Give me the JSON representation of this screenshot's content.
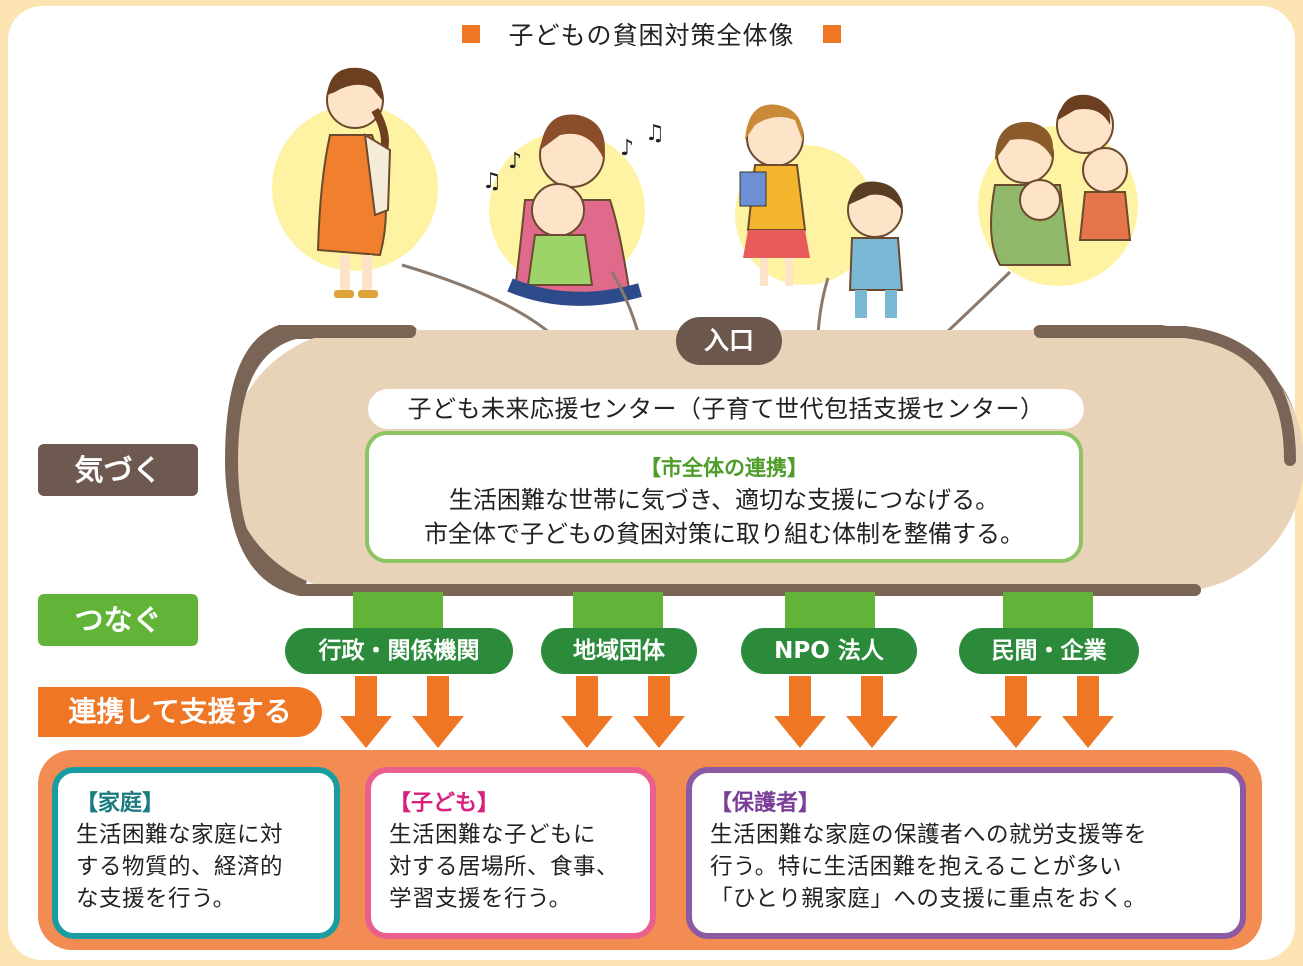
{
  "title": "子どもの貧困対策全体像",
  "colors": {
    "orange": "#ee7624",
    "brown": "#6d594f",
    "green": "#61b437",
    "dark_green": "#2b8b3b",
    "beige": "#e8d2b8",
    "teal": "#1a9da0",
    "pink": "#eb5f8c",
    "purple": "#8b5aa2"
  },
  "entry": "入口",
  "center": {
    "name": "子ども未来応援センター（子育て世代包括支援センター）",
    "box_heading": "【市全体の連携】",
    "box_line1": "生活困難な世帯に気づき、適切な支援につなげる。",
    "box_line2": "市全体で子どもの貧困対策に取り組む体制を整備する。"
  },
  "side_labels": {
    "aware": "気づく",
    "connect": "つなぐ",
    "support": "連携して支援する"
  },
  "partners": [
    "行政・関係機関",
    "地域団体",
    "NPO 法人",
    "民間・企業"
  ],
  "targets": [
    {
      "heading": "【家庭】",
      "lines": [
        "生活困難な家庭に対",
        "する物質的、経済的",
        "な支援を行う。"
      ]
    },
    {
      "heading": "【子ども】",
      "lines": [
        "生活困難な子どもに",
        "対する居場所、食事、",
        "学習支援を行う。"
      ]
    },
    {
      "heading": "【保護者】",
      "lines": [
        "生活困難な家庭の保護者への就労支援等を",
        "行う。特に生活困難を抱えることが多い",
        "「ひとり親家庭」への支援に重点をおく。"
      ]
    }
  ]
}
